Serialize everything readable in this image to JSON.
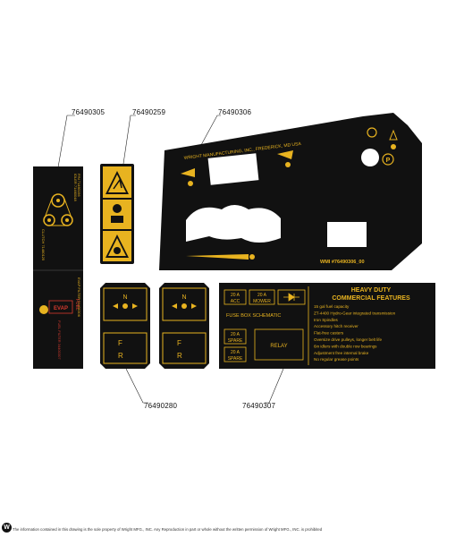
{
  "callouts": {
    "c1": "76490305",
    "c2": "76490259",
    "c3": "76490306",
    "c4": "76490280",
    "c5": "76490307"
  },
  "dash_panel": {
    "maker": "WRIGHT MANUFACTURING, INC., FREDERICK, MD USA",
    "part": "WMI #76490306_00",
    "circle_p": "P"
  },
  "left_strip": {
    "line1": "P/N 71460196",
    "line2": "IDLER 71460048",
    "line3": "CLUTCH 71460125",
    "filter": "EVAP FILTER 34400306",
    "fuel": "FUEL",
    "evap": "EVAP",
    "fuel_filter": "FUEL FILTER 34400307"
  },
  "control_decal": {
    "n": "N",
    "f": "F",
    "r": "R"
  },
  "fuse_decal": {
    "fuse1": [
      "20 A",
      "ACC"
    ],
    "fuse2": [
      "20 A",
      "MOWER"
    ],
    "schematic": "FUSE BOX SCHEMATIC",
    "fuse3": [
      "20 A",
      "SPARE"
    ],
    "fuse4": [
      "20 A",
      "SPARE"
    ],
    "relay": "RELAY",
    "title1": "HEAVY DUTY",
    "title2": "COMMERCIAL FEATURES",
    "features": [
      "15 gal fuel capacity",
      "ZT-4400 Hydro-Gear integrated transmission",
      "Iron Spindles",
      "Accessory hitch receiver",
      "Flat-free casters",
      "Oversize drive pulleys, longer belt life",
      "6in idlers with double row bearings",
      "Adjustment free internal brake",
      "No regular grease points"
    ]
  },
  "footer": {
    "logo": "W",
    "notice": "The information contained in this drawing is the sole property of Wright MFG., INC. Any Reproduction in part or whole without the written permission of Wright MFG., INC. is prohibited"
  }
}
